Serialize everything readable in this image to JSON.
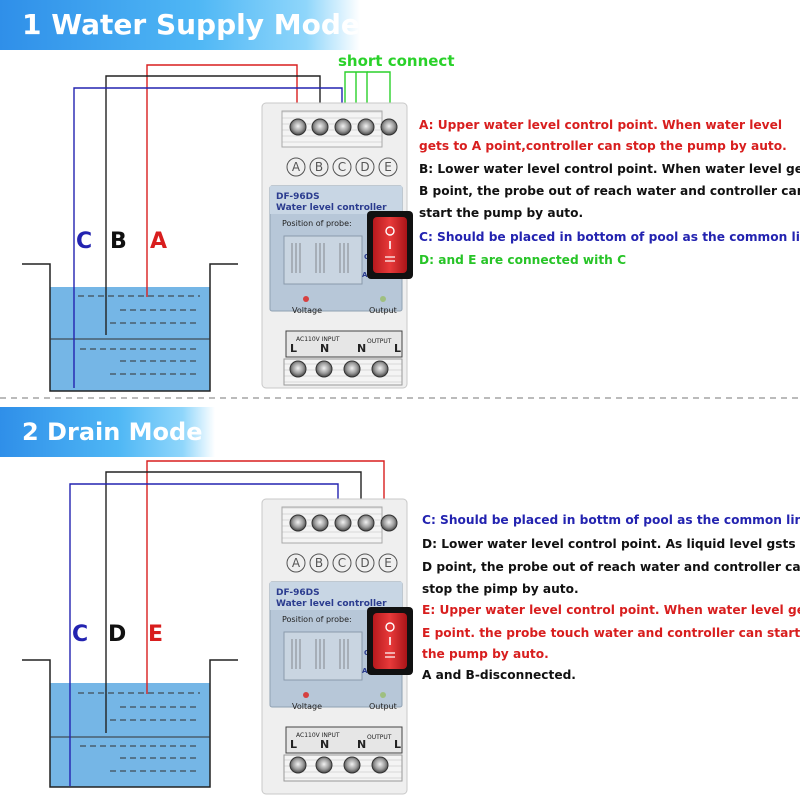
{
  "section1": {
    "title": "1 Water Supply Mode",
    "short_connect": "short connect",
    "probe_labels": {
      "c": "C",
      "b": "B",
      "a": "A"
    },
    "descriptions": [
      "A:  Upper water level control point. When water level",
      " gets to A point,controller can stop the pump by auto.",
      "B:  Lower water level control point. When water level gets off",
      "B point, the probe out of reach water and controller can",
      "start the pump by auto.",
      "C:  Should be placed in bottom of pool as the common line.",
      "D:  and E are connected with C"
    ]
  },
  "section2": {
    "title": "2 Drain Mode",
    "probe_labels": {
      "c": "C",
      "d": "D",
      "e": "E"
    },
    "descriptions": [
      "C:  Should be placed in bottm of pool as the common line.",
      "D:  Lower water level control point. As liquid level gsts off",
      "D point, the probe out of reach water and controller can",
      "stop the pimp by auto.",
      "E:  Upper water level control point. When water level gets to",
      "E  point. the probe touch water and controller can start",
      " the pump by auto.",
      "A and B-disconnected."
    ]
  },
  "device": {
    "model": "DF-96DS",
    "name": "Water level controller",
    "probe_position": "Position of probe:",
    "switch_on": "ON",
    "switch_off": "OFF",
    "switch_auto": "AUTO",
    "voltage": "Voltage",
    "output": "Output",
    "input_label": "AC110V\nINPUT",
    "output_label": "OUTPUT",
    "terminals_top": [
      "A",
      "B",
      "C",
      "D",
      "E"
    ],
    "terminals_bottom": [
      "L",
      "N",
      "N",
      "L"
    ]
  },
  "colors": {
    "red_wire": "#d81e1e",
    "blue_wire": "#2323b0",
    "black_wire": "#222222",
    "green_jumper": "#2ad12a",
    "water": "#75b6e6",
    "banner": "#2f8fe9"
  }
}
